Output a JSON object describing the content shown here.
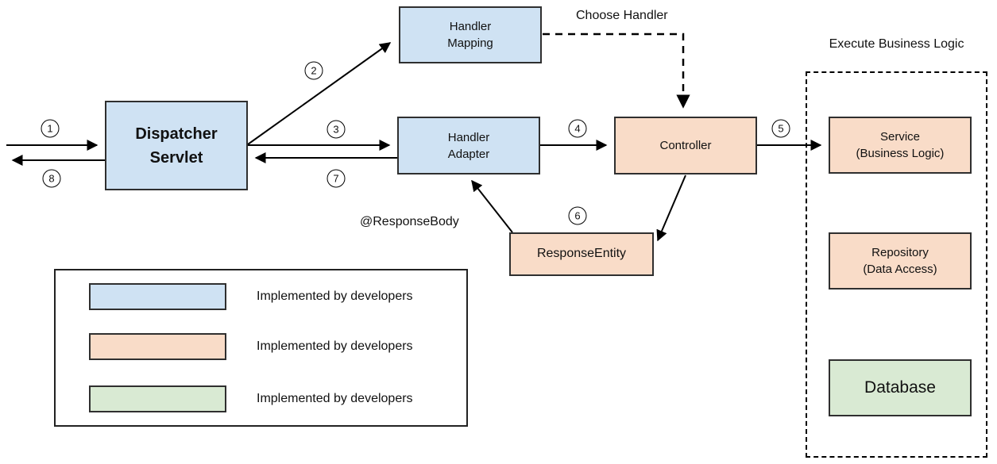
{
  "nodes": {
    "dispatcher_servlet": {
      "line1": "Dispatcher",
      "line2": "Servlet"
    },
    "handler_mapping": {
      "line1": "Handler",
      "line2": "Mapping"
    },
    "handler_adapter": {
      "line1": "Handler",
      "line2": "Adapter"
    },
    "controller": {
      "label": "Controller"
    },
    "response_entity": {
      "label": "ResponseEntity"
    },
    "service": {
      "line1": "Service",
      "line2": "(Business Logic)"
    },
    "repository": {
      "line1": "Repository",
      "line2": "(Data Access)"
    },
    "database": {
      "label": "Database"
    }
  },
  "annotations": {
    "choose_handler": "Choose Handler",
    "execute_business_logic": "Execute Business Logic",
    "response_body": "@ResponseBody"
  },
  "steps": [
    "1",
    "2",
    "3",
    "4",
    "5",
    "6",
    "7",
    "8"
  ],
  "legend": {
    "items": [
      {
        "color": "#cfe2f3",
        "label": "Implemented by developers"
      },
      {
        "color": "#f9dcc8",
        "label": "Implemented by developers"
      },
      {
        "color": "#d9ead3",
        "label": "Implemented by developers"
      }
    ]
  },
  "colors": {
    "blue": "#cfe2f3",
    "peach": "#f9dcc8",
    "green": "#d9ead3",
    "line": "#000000"
  }
}
